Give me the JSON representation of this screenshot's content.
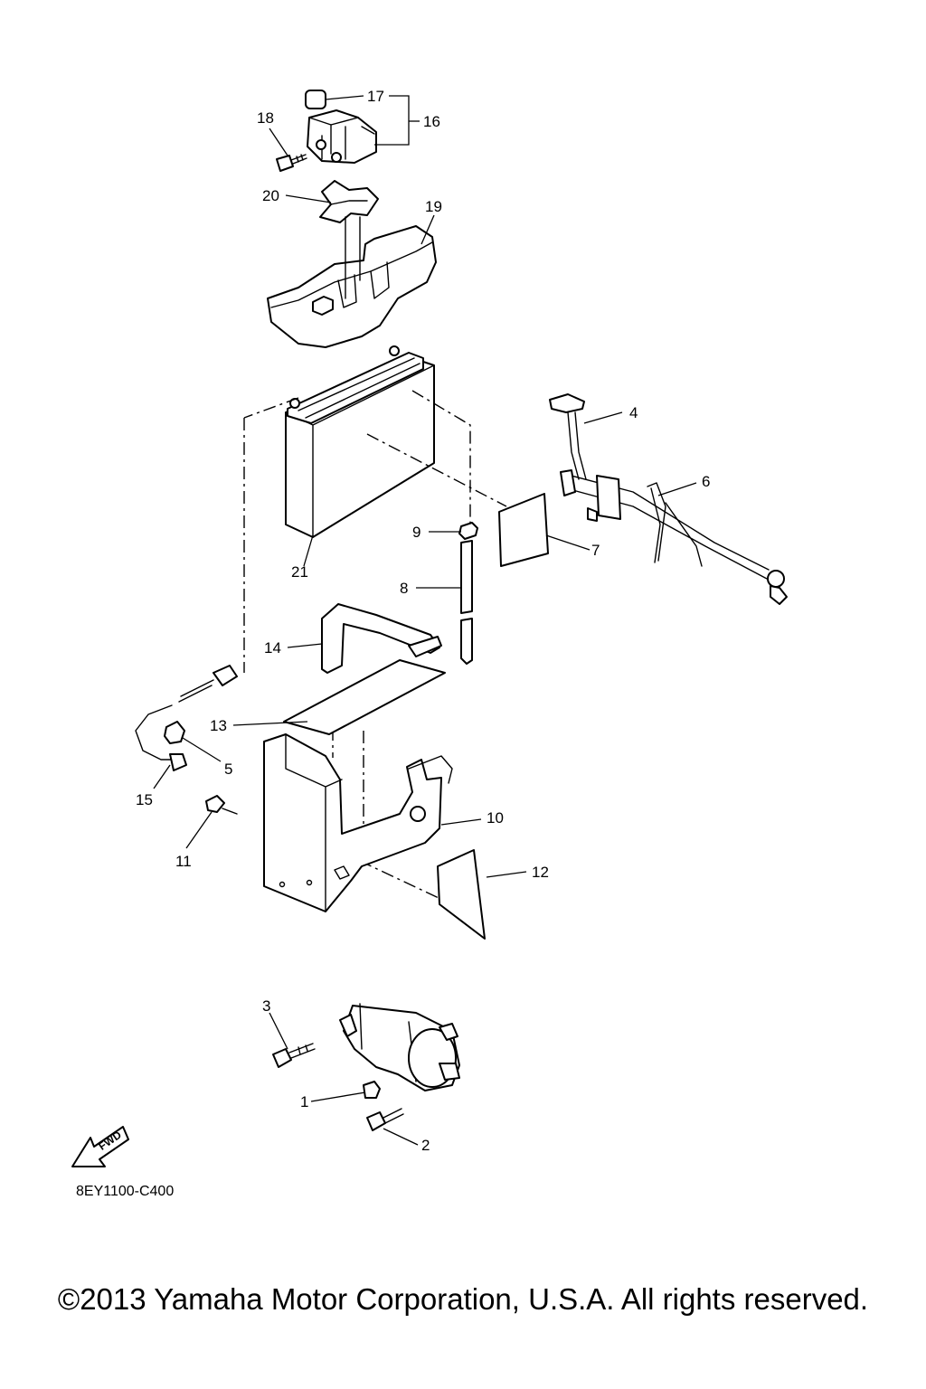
{
  "diagram": {
    "callouts": [
      {
        "id": "1",
        "label": "1"
      },
      {
        "id": "2",
        "label": "2"
      },
      {
        "id": "3",
        "label": "3"
      },
      {
        "id": "4",
        "label": "4"
      },
      {
        "id": "5",
        "label": "5"
      },
      {
        "id": "6",
        "label": "6"
      },
      {
        "id": "7",
        "label": "7"
      },
      {
        "id": "8",
        "label": "8"
      },
      {
        "id": "9",
        "label": "9"
      },
      {
        "id": "10",
        "label": "10"
      },
      {
        "id": "11",
        "label": "11"
      },
      {
        "id": "12",
        "label": "12"
      },
      {
        "id": "13",
        "label": "13"
      },
      {
        "id": "14",
        "label": "14"
      },
      {
        "id": "15",
        "label": "15"
      },
      {
        "id": "16",
        "label": "16"
      },
      {
        "id": "17",
        "label": "17"
      },
      {
        "id": "18",
        "label": "18"
      },
      {
        "id": "19",
        "label": "19"
      },
      {
        "id": "20",
        "label": "20"
      },
      {
        "id": "21",
        "label": "21"
      }
    ],
    "fwd_label": "FWD",
    "catalog_code": "8EY1100-C400"
  },
  "footer": {
    "copyright": "©2013 Yamaha Motor Corporation, U.S.A. All rights reserved."
  }
}
